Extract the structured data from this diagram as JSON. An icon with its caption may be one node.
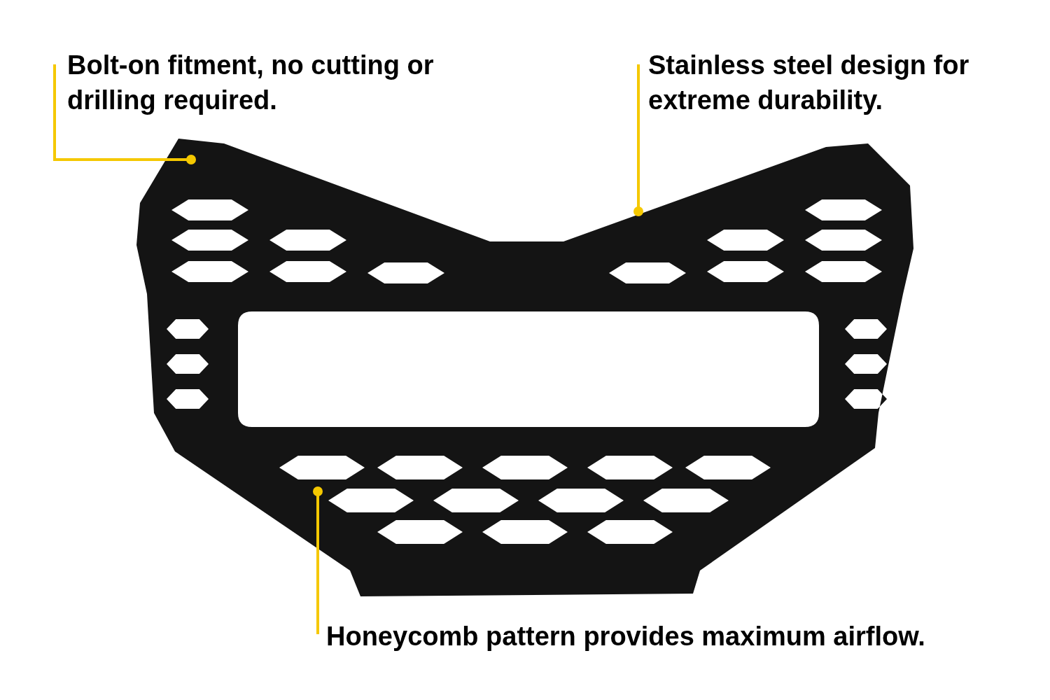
{
  "diagram": {
    "nodes": [
      {
        "text": [
          "Bolt-on fitment, no cutting or drilling required."
        ]
      },
      {
        "text": [
          "Stainless steel design for extreme durability."
        ]
      },
      {
        "text": [
          "Honeycomb pattern provides maximum airflow."
        ]
      }
    ],
    "edges": [
      {
        "from": 0,
        "to": null,
        "arrow": "other"
      },
      {
        "from": 1,
        "to": null,
        "arrow": "other"
      },
      {
        "from": 2,
        "to": null,
        "arrow": "other"
      }
    ]
  }
}
